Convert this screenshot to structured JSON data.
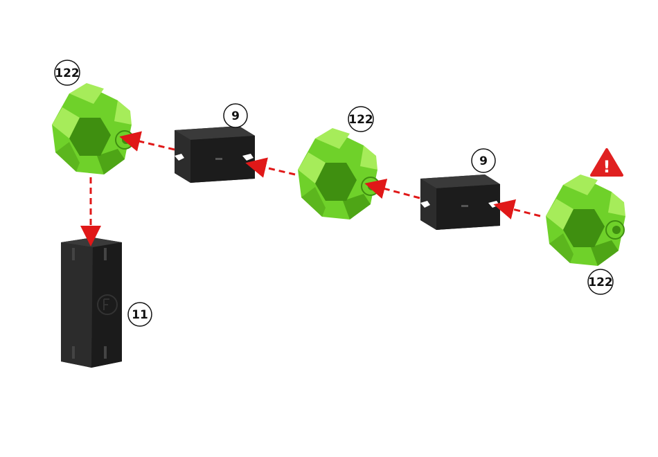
{
  "diagram": {
    "colors": {
      "hub_green": "#6fd12a",
      "hub_green_dark": "#3f8f10",
      "hub_green_light": "#a6ec5a",
      "block_black": "#2a2a2a",
      "block_black_dark": "#111111",
      "arrow_red": "#e01818",
      "warning_red": "#e02020"
    },
    "parts": {
      "hub_left": {
        "label": "122",
        "type": "green-hub"
      },
      "block_left": {
        "label": "9",
        "type": "black-connector"
      },
      "hub_center": {
        "label": "122",
        "type": "green-hub"
      },
      "block_right": {
        "label": "9",
        "type": "black-connector"
      },
      "hub_right": {
        "label": "122",
        "type": "green-hub"
      },
      "pillar": {
        "label": "11",
        "type": "black-pillar"
      }
    },
    "warning": {
      "icon": "warning-triangle-icon",
      "glyph": "!"
    },
    "arrows": [
      {
        "from": "hub_right",
        "to": "block_right"
      },
      {
        "from": "block_right",
        "to": "hub_center"
      },
      {
        "from": "hub_center",
        "to": "block_left"
      },
      {
        "from": "block_left",
        "to": "hub_left"
      },
      {
        "from": "hub_left",
        "to": "pillar"
      }
    ]
  }
}
